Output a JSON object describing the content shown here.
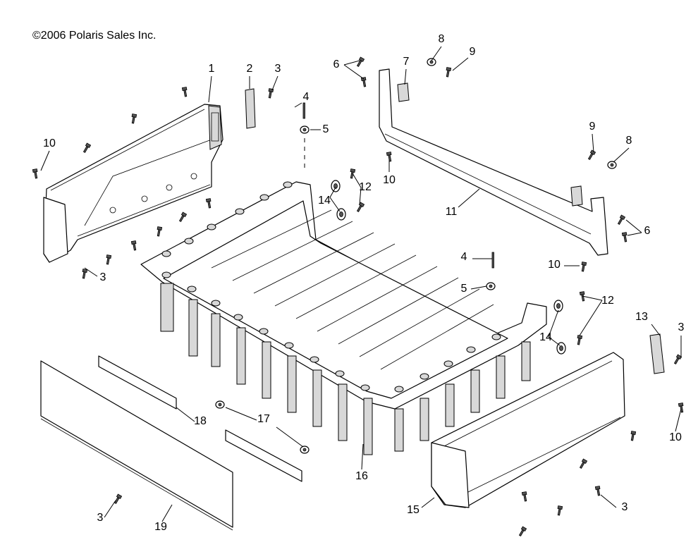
{
  "copyright": "©2006 Polaris Sales Inc.",
  "callouts": [
    {
      "id": "c1",
      "label": "1"
    },
    {
      "id": "c2",
      "label": "2"
    },
    {
      "id": "c3a",
      "label": "3"
    },
    {
      "id": "c4a",
      "label": "4"
    },
    {
      "id": "c5a",
      "label": "5"
    },
    {
      "id": "c6a",
      "label": "6"
    },
    {
      "id": "c7",
      "label": "7"
    },
    {
      "id": "c8a",
      "label": "8"
    },
    {
      "id": "c9a",
      "label": "9"
    },
    {
      "id": "c9b",
      "label": "9"
    },
    {
      "id": "c8b",
      "label": "8"
    },
    {
      "id": "c10a",
      "label": "10"
    },
    {
      "id": "c12a",
      "label": "12"
    },
    {
      "id": "c10b",
      "label": "10"
    },
    {
      "id": "c14a",
      "label": "14"
    },
    {
      "id": "c11",
      "label": "11"
    },
    {
      "id": "c6b",
      "label": "6"
    },
    {
      "id": "c3b",
      "label": "3"
    },
    {
      "id": "c4b",
      "label": "4"
    },
    {
      "id": "c10c",
      "label": "10"
    },
    {
      "id": "c5b",
      "label": "5"
    },
    {
      "id": "c12b",
      "label": "12"
    },
    {
      "id": "c13",
      "label": "13"
    },
    {
      "id": "c3c",
      "label": "3"
    },
    {
      "id": "c14b",
      "label": "14"
    },
    {
      "id": "c18",
      "label": "18"
    },
    {
      "id": "c17",
      "label": "17"
    },
    {
      "id": "c10d",
      "label": "10"
    },
    {
      "id": "c16",
      "label": "16"
    },
    {
      "id": "c15",
      "label": "15"
    },
    {
      "id": "c3d",
      "label": "3"
    },
    {
      "id": "c3e",
      "label": "3"
    },
    {
      "id": "c19",
      "label": "19"
    }
  ]
}
